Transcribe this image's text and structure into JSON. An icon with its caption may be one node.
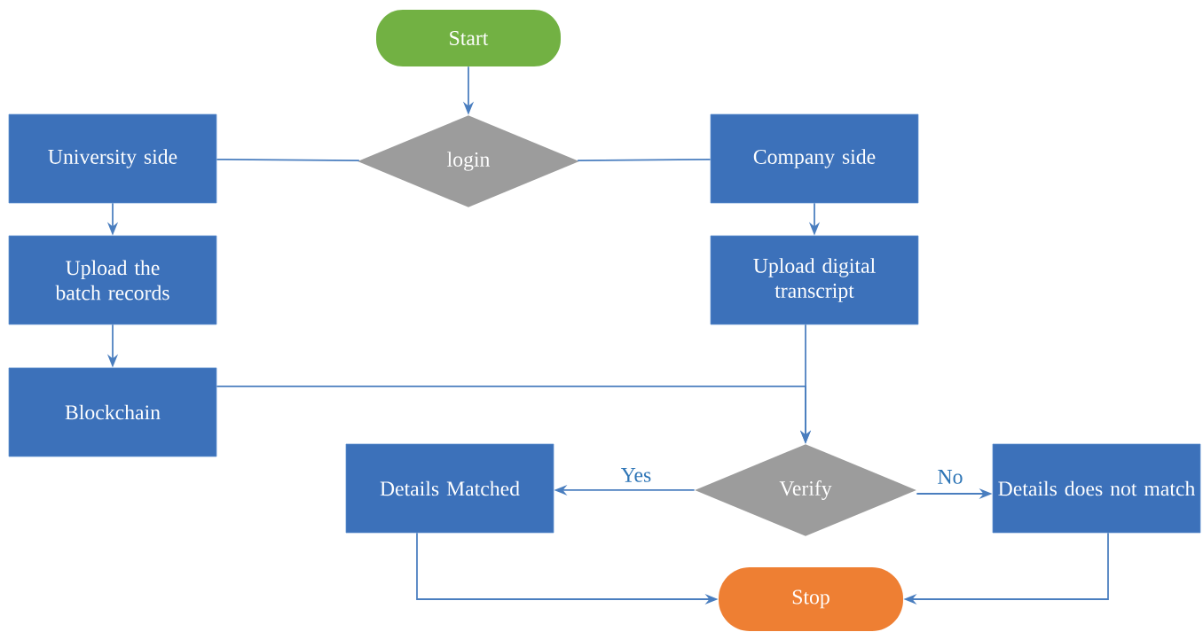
{
  "diagram": {
    "nodes": [
      {
        "text": [
          "Start"
        ]
      },
      {
        "text": [
          "University side"
        ]
      },
      {
        "text": [
          "login"
        ]
      },
      {
        "text": [
          "Company side"
        ]
      },
      {
        "text": [
          "Upload the batch records"
        ]
      },
      {
        "text": [
          "Upload digital transcript"
        ]
      },
      {
        "text": [
          "Blockchain"
        ]
      },
      {
        "text": [
          "Details Matched"
        ]
      },
      {
        "text": [
          "Verify"
        ]
      },
      {
        "text": [
          "Details does not match"
        ]
      },
      {
        "text": [
          "Stop"
        ]
      }
    ],
    "edges": [
      {
        "from": 0,
        "to": 2,
        "arrow": "to"
      },
      {
        "from": 2,
        "to": 1,
        "arrow": "none"
      },
      {
        "from": 2,
        "to": 3,
        "arrow": "none"
      },
      {
        "from": 1,
        "to": 4,
        "arrow": "to"
      },
      {
        "from": 4,
        "to": 6,
        "arrow": "to"
      },
      {
        "from": 3,
        "to": 5,
        "arrow": "to"
      },
      {
        "from": 5,
        "to": 8,
        "arrow": "to"
      },
      {
        "from": 6,
        "to": 8,
        "arrow": "to"
      },
      {
        "from": 8,
        "to": 7,
        "arrow": "to",
        "label": "Yes"
      },
      {
        "from": 8,
        "to": 9,
        "arrow": "to",
        "label": "No"
      },
      {
        "from": 7,
        "to": 10,
        "arrow": "to"
      },
      {
        "from": 9,
        "to": 10,
        "arrow": "to"
      }
    ]
  }
}
